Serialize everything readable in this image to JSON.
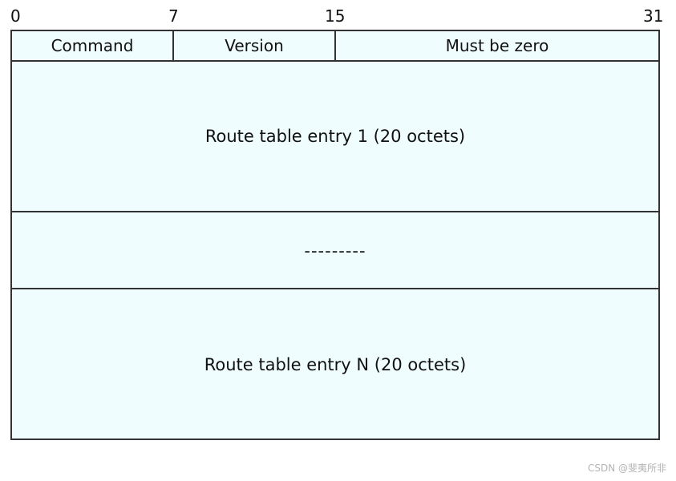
{
  "bit_labels": [
    "0",
    "7",
    "15",
    "31"
  ],
  "header": {
    "command": "Command",
    "version": "Version",
    "must_be_zero": "Must be zero"
  },
  "entries": {
    "first": "Route table entry 1 (20 octets)",
    "ellipsis": "---------",
    "last": "Route table entry N (20 octets)"
  },
  "watermark": "CSDN @斐夷所非"
}
